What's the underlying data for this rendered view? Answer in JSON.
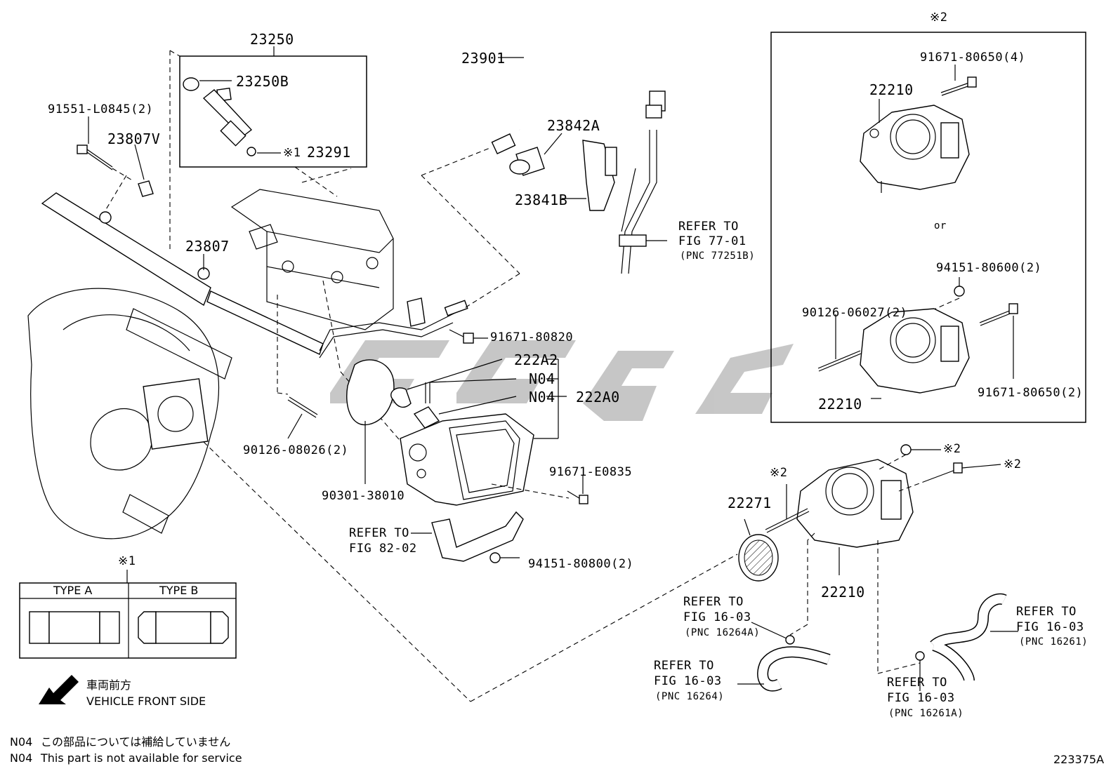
{
  "diagram": {
    "code": "223375A",
    "watermark_color": "#bdbdbd",
    "parts": {
      "p23250": "23250",
      "p23250B": "23250B",
      "p23291": "23291",
      "p23291_mark": "※1",
      "p91551": "91551-L0845(2)",
      "p23807V": "23807V",
      "p23807": "23807",
      "p23901": "23901",
      "p23842A": "23842A",
      "p23841B": "23841B",
      "p91671_80820": "91671-80820",
      "p222A2": "222A2",
      "p222A0": "222A0",
      "n04_a": "N04",
      "n04_b": "N04",
      "p90126_08026": "90126-08026(2)",
      "p90301": "90301-38010",
      "p91671_E0835": "91671-E0835",
      "p94151_80800": "94151-80800(2)",
      "p22271": "22271",
      "p22271_mark": "※2",
      "p22210_main": "22210",
      "stud_mark": "※2",
      "nut_mark": "※2"
    },
    "refers": {
      "r77": [
        "REFER TO",
        "FIG 77-01",
        "(PNC 77251B)"
      ],
      "r82": [
        "REFER TO",
        "FIG 82-02"
      ],
      "r16a": [
        "REFER TO",
        "FIG 16-03",
        "(PNC 16264A)"
      ],
      "r16b": [
        "REFER TO",
        "FIG 16-03",
        "(PNC 16264)"
      ],
      "r16c": [
        "REFER TO",
        "FIG 16-03",
        "(PNC 16261)"
      ],
      "r16d": [
        "REFER TO",
        "FIG 16-03",
        "(PNC 16261A)"
      ]
    },
    "inset": {
      "mark": "※2",
      "p22210_top": "22210",
      "p91671_4": "91671-80650(4)",
      "or": "or",
      "p94151_80600": "94151-80600(2)",
      "p90126_06027": "90126-06027(2)",
      "p91671_2": "91671-80650(2)",
      "p22210_bottom": "22210"
    },
    "type_table": {
      "mark": "※1",
      "col_a": "TYPE A",
      "col_b": "TYPE B"
    },
    "direction": {
      "jp": "車両前方",
      "en": "VEHICLE FRONT SIDE"
    },
    "notes": [
      {
        "code": "N04",
        "text": "この部品については補給していません"
      },
      {
        "code": "N04",
        "text": "This part is not available for service"
      }
    ]
  }
}
